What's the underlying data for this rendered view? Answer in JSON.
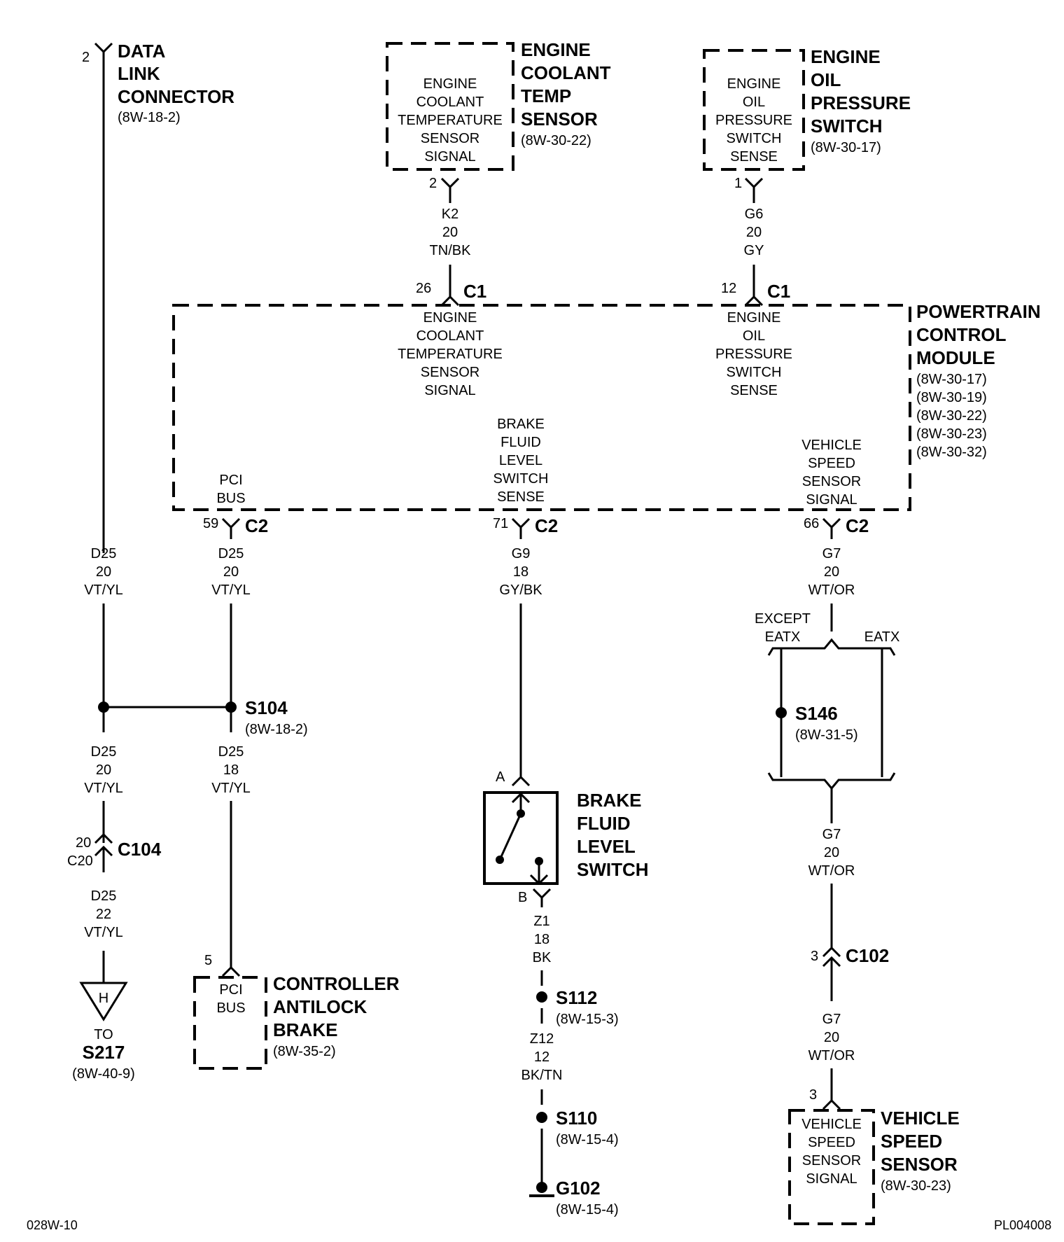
{
  "components": {
    "dlc": {
      "pin": "2",
      "title": [
        "DATA",
        "LINK",
        "CONNECTOR"
      ],
      "ref": "(8W-18-2)"
    },
    "ects": {
      "pin": "2",
      "inner": [
        "ENGINE",
        "COOLANT",
        "TEMPERATURE",
        "SENSOR",
        "SIGNAL"
      ],
      "title": [
        "ENGINE",
        "COOLANT",
        "TEMP",
        "SENSOR"
      ],
      "ref": "(8W-30-22)"
    },
    "oilsw": {
      "pin": "1",
      "inner": [
        "ENGINE",
        "OIL",
        "PRESSURE",
        "SWITCH",
        "SENSE"
      ],
      "title": [
        "ENGINE",
        "OIL",
        "PRESSURE",
        "SWITCH"
      ],
      "ref": "(8W-30-17)"
    },
    "pcm": {
      "title": [
        "POWERTRAIN",
        "CONTROL",
        "MODULE"
      ],
      "refs": [
        "(8W-30-17)",
        "(8W-30-19)",
        "(8W-30-22)",
        "(8W-30-23)",
        "(8W-30-32)"
      ],
      "ect_label": [
        "ENGINE",
        "COOLANT",
        "TEMPERATURE",
        "SENSOR",
        "SIGNAL"
      ],
      "oil_label": [
        "ENGINE",
        "OIL",
        "PRESSURE",
        "SWITCH",
        "SENSE"
      ],
      "pci_label": [
        "PCI",
        "BUS"
      ],
      "brake_label": [
        "BRAKE",
        "FLUID",
        "LEVEL",
        "SWITCH",
        "SENSE"
      ],
      "vss_label": [
        "VEHICLE",
        "SPEED",
        "SENSOR",
        "SIGNAL"
      ],
      "pins": {
        "ect": {
          "num": "26",
          "conn": "C1"
        },
        "oil": {
          "num": "12",
          "conn": "C1"
        },
        "pci": {
          "num": "59",
          "conn": "C2"
        },
        "brake": {
          "num": "71",
          "conn": "C2"
        },
        "vss": {
          "num": "66",
          "conn": "C2"
        }
      }
    },
    "cab": {
      "pin": "5",
      "inner": [
        "PCI",
        "BUS"
      ],
      "title": [
        "CONTROLLER",
        "ANTILOCK",
        "BRAKE"
      ],
      "ref": "(8W-35-2)"
    },
    "bfls": {
      "pin_a": "A",
      "pin_b": "B",
      "title": [
        "BRAKE",
        "FLUID",
        "LEVEL",
        "SWITCH"
      ]
    },
    "vss": {
      "pin": "3",
      "inner": [
        "VEHICLE",
        "SPEED",
        "SENSOR",
        "SIGNAL"
      ],
      "title": [
        "VEHICLE",
        "SPEED",
        "SENSOR"
      ],
      "ref": "(8W-30-23)"
    }
  },
  "wires": {
    "ect_wire": [
      "K2",
      "20",
      "TN/BK"
    ],
    "oil_wire": [
      "G6",
      "20",
      "GY"
    ],
    "dlc_top": [
      "D25",
      "20",
      "VT/YL"
    ],
    "pci_top": [
      "D25",
      "20",
      "VT/YL"
    ],
    "brake_top": [
      "G9",
      "18",
      "GY/BK"
    ],
    "vss_top": [
      "G7",
      "20",
      "WT/OR"
    ],
    "dlc_mid": [
      "D25",
      "20",
      "VT/YL"
    ],
    "pci_mid": [
      "D25",
      "18",
      "VT/YL"
    ],
    "dlc_low": [
      "D25",
      "22",
      "VT/YL"
    ],
    "ground1": [
      "Z1",
      "18",
      "BK"
    ],
    "ground2": [
      "Z12",
      "12",
      "BK/TN"
    ],
    "vss_mid": [
      "G7",
      "20",
      "WT/OR"
    ],
    "vss_low": [
      "G7",
      "20",
      "WT/OR"
    ]
  },
  "splices": {
    "s104": {
      "name": "S104",
      "ref": "(8W-18-2)"
    },
    "s146": {
      "name": "S146",
      "ref": "(8W-31-5)"
    },
    "s112": {
      "name": "S112",
      "ref": "(8W-15-3)"
    },
    "s110": {
      "name": "S110",
      "ref": "(8W-15-4)"
    },
    "g102": {
      "name": "G102",
      "ref": "(8W-15-4)"
    }
  },
  "connectors": {
    "c104": {
      "name": "C104",
      "pin_top": "20",
      "pin_bot": "C20"
    },
    "c102": {
      "name": "C102",
      "pin": "3"
    }
  },
  "variants": {
    "except": "EXCEPT",
    "eatx_left": "EATX",
    "eatx_right": "EATX"
  },
  "offpage": {
    "letter": "H",
    "to": "TO",
    "name": "S217",
    "ref": "(8W-40-9)"
  },
  "footer": {
    "left": "028W-10",
    "right": "PL004008"
  }
}
